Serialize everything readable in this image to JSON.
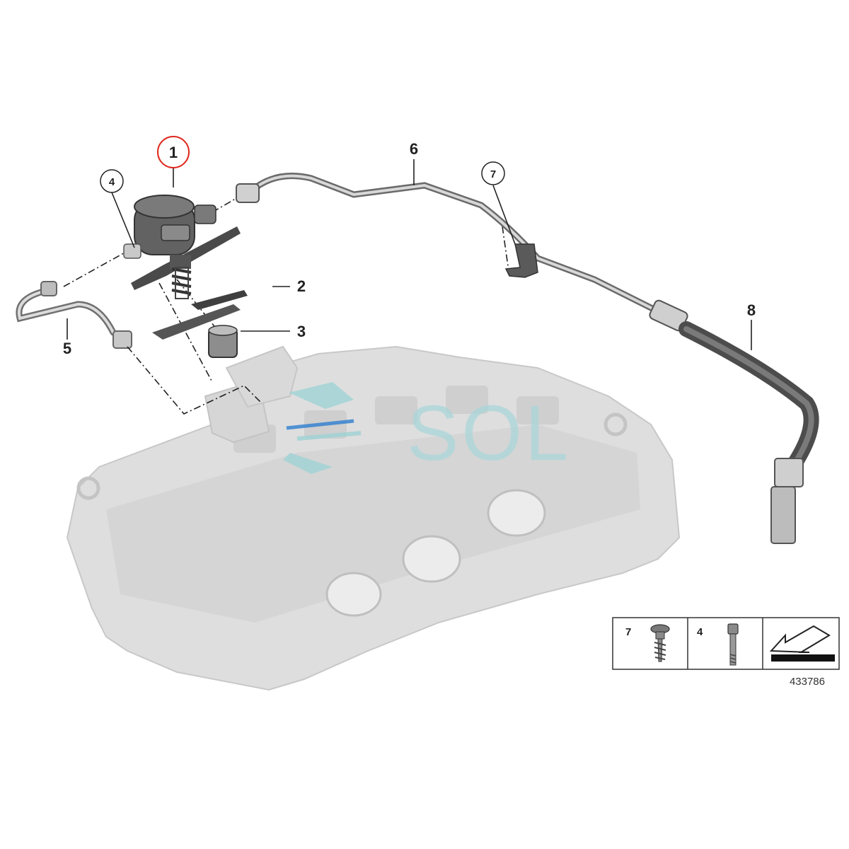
{
  "callouts": {
    "c1": "1",
    "c2": "2",
    "c3": "3",
    "c4": "4",
    "c5": "5",
    "c6": "6",
    "c7": "7",
    "c8": "8"
  },
  "legend": {
    "item7_label": "7",
    "item4_label": "4",
    "arrow_icon": "direction-arrow-icon"
  },
  "diagram_ref": "433786",
  "watermark": "SOL",
  "colors": {
    "engine_block": "#dcdcdc",
    "part_dark": "#5a5a5a",
    "highlight_circle": "#e0281e",
    "watermark_teal": "#9fd2d4",
    "watermark_blue": "#2f7fd0"
  }
}
